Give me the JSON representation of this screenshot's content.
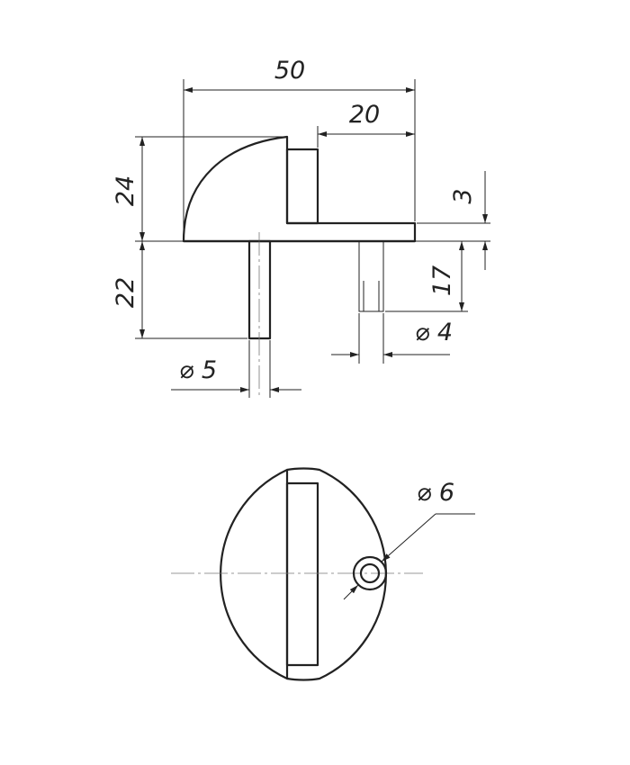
{
  "colors": {
    "line": "#222222",
    "centerline": "#777777",
    "background": "#ffffff"
  },
  "side_view": {
    "dims": {
      "overall_length": "50",
      "offset_right": "20",
      "height_top": "24",
      "plate_thickness": "3",
      "pin_length": "22",
      "right_pin_length": "17",
      "pin_diameter": "⌀ 5",
      "right_pin_diameter": "⌀ 4"
    }
  },
  "top_view": {
    "dims": {
      "hole_diameter": "⌀ 6"
    }
  }
}
